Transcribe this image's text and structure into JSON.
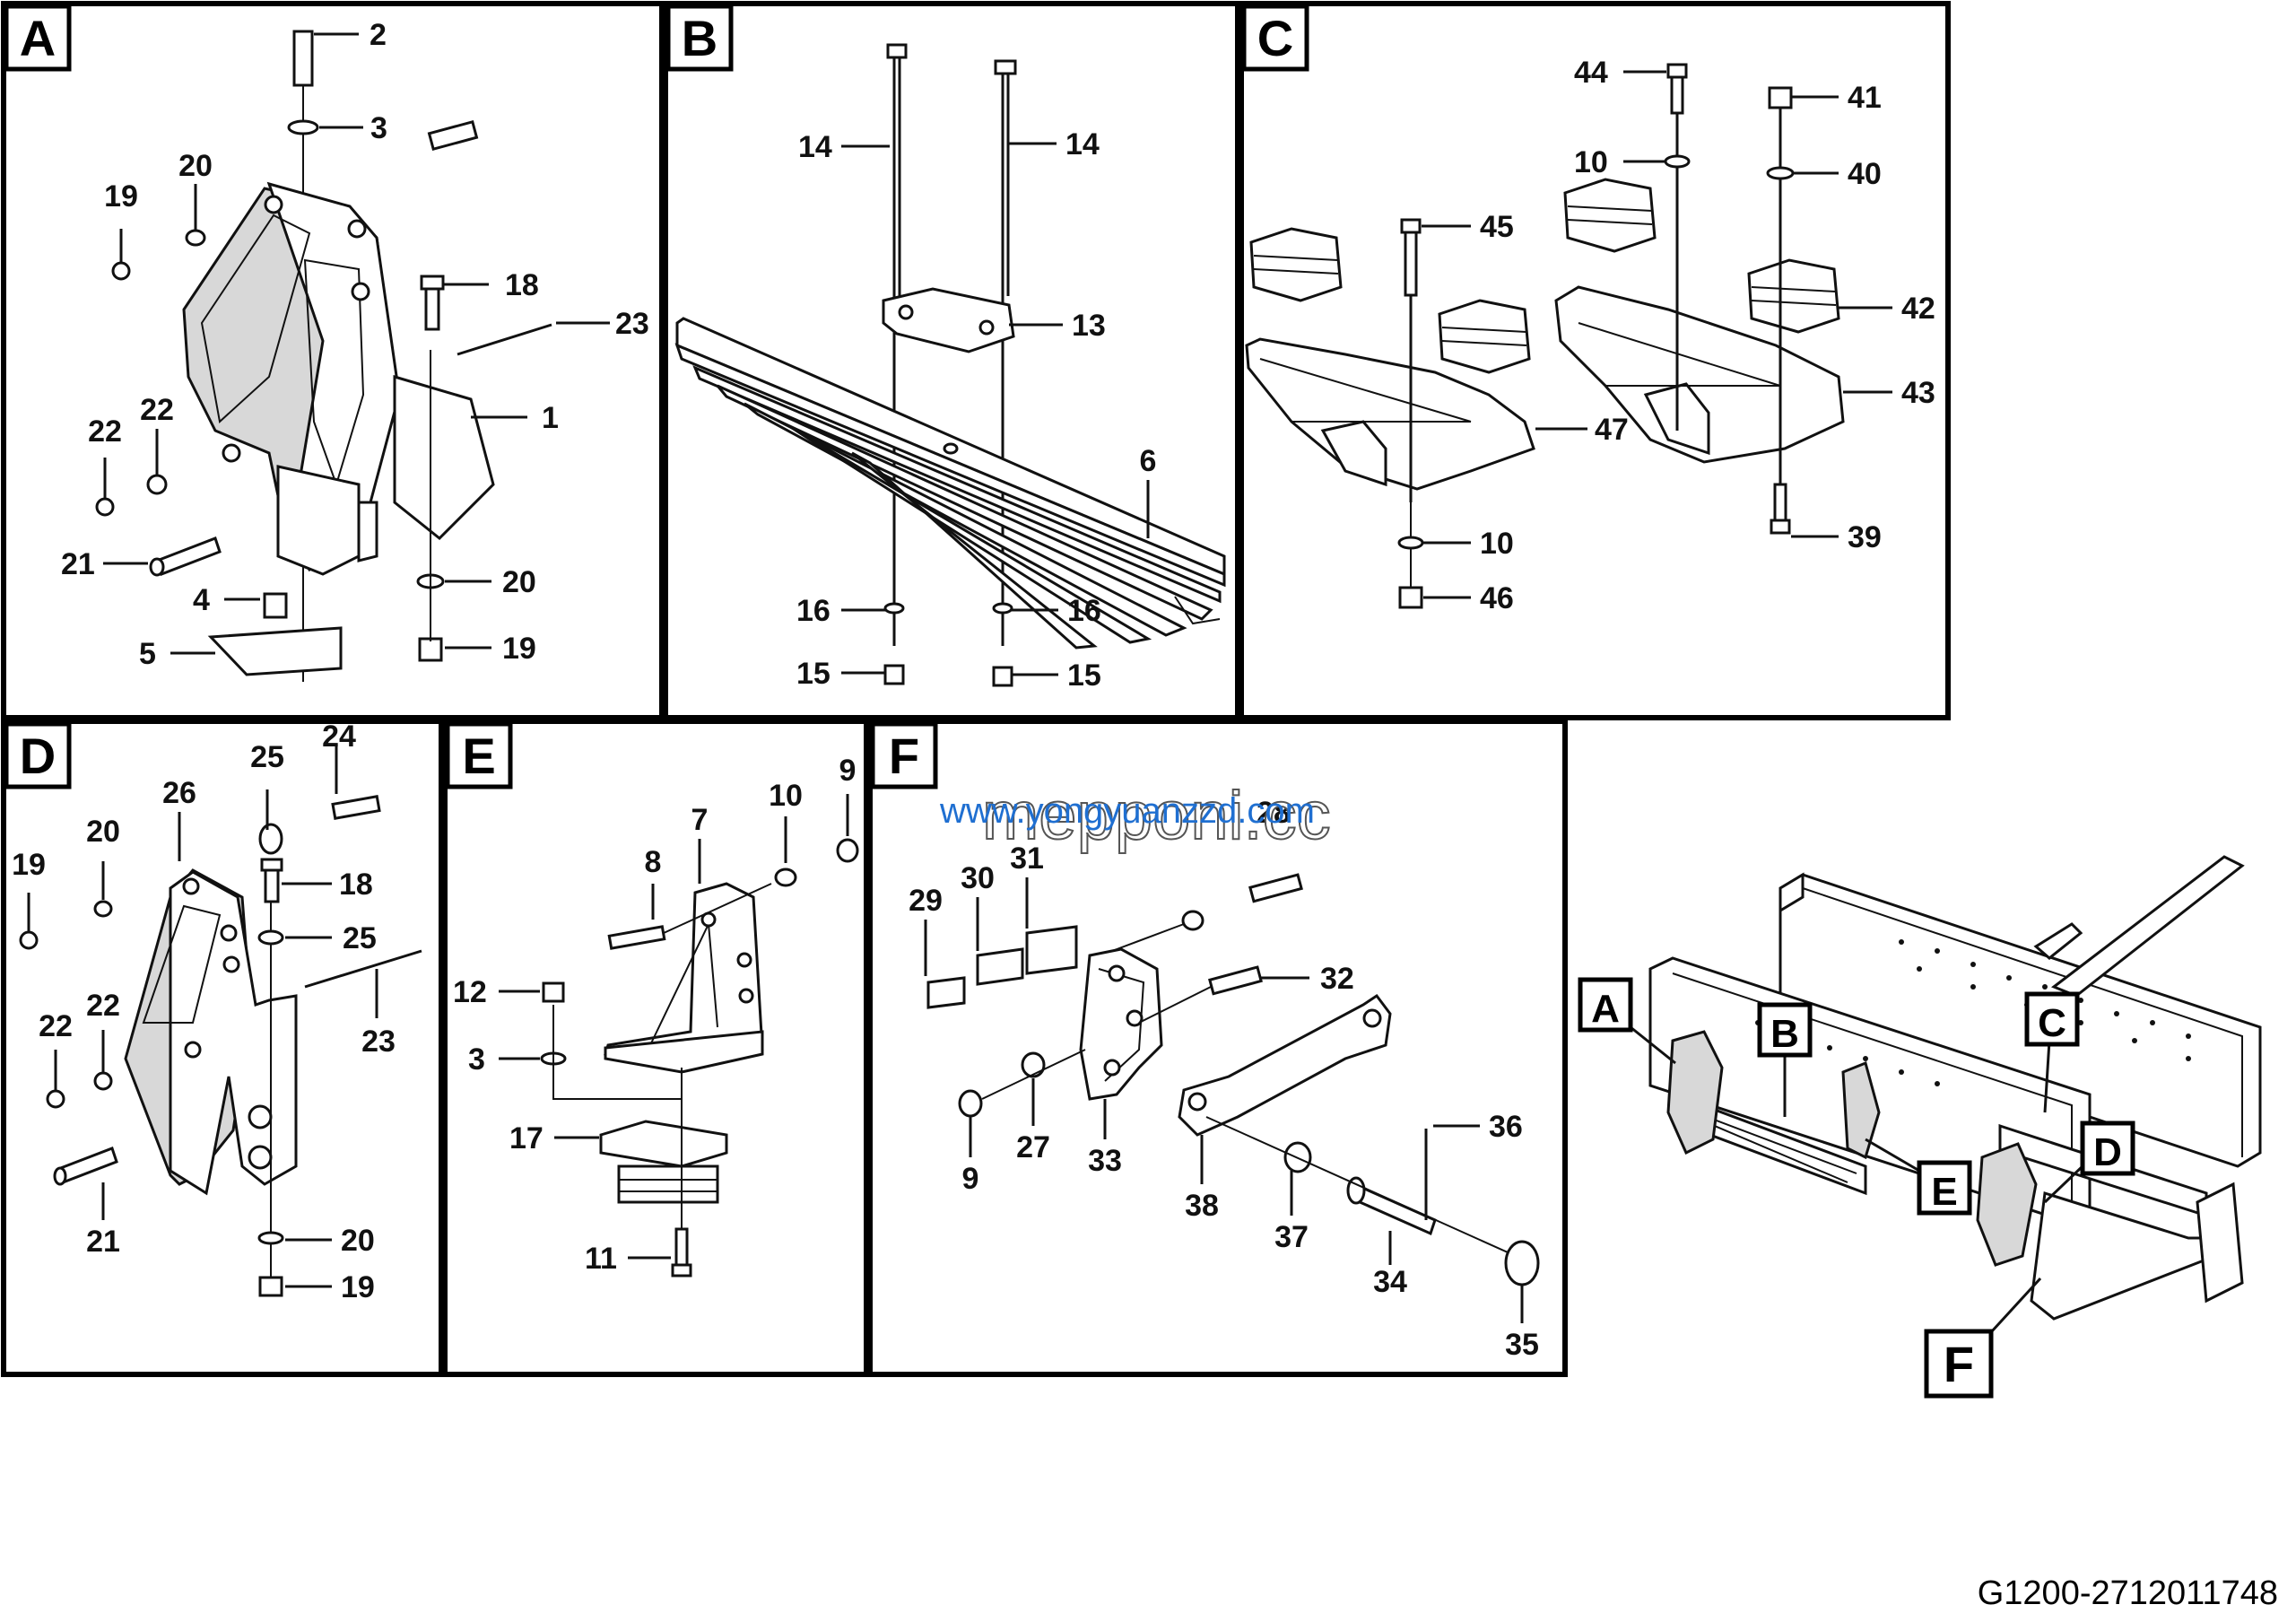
{
  "panels": {
    "A": {
      "letter": "A",
      "labels": {
        "p2": "2",
        "p3": "3",
        "p20a": "20",
        "p19a": "19",
        "p18": "18",
        "p23": "23",
        "p1": "1",
        "p22a": "22",
        "p22b": "22",
        "p21": "21",
        "p4": "4",
        "p20b": "20",
        "p5": "5",
        "p19b": "19"
      }
    },
    "B": {
      "letter": "B",
      "labels": {
        "p14a": "14",
        "p14b": "14",
        "p13": "13",
        "p6": "6",
        "p16a": "16",
        "p16b": "16",
        "p15a": "15",
        "p15b": "15"
      }
    },
    "C": {
      "letter": "C",
      "labels": {
        "p44": "44",
        "p41": "41",
        "p10a": "10",
        "p40": "40",
        "p45": "45",
        "p42": "42",
        "p43": "43",
        "p47": "47",
        "p10b": "10",
        "p39": "39",
        "p46": "46"
      }
    },
    "D": {
      "letter": "D",
      "labels": {
        "p25a": "25",
        "p24": "24",
        "p26": "26",
        "p19a": "19",
        "p20a": "20",
        "p18": "18",
        "p25b": "25",
        "p23": "23",
        "p22a": "22",
        "p22b": "22",
        "p21": "21",
        "p20b": "20",
        "p19b": "19"
      }
    },
    "E": {
      "letter": "E",
      "labels": {
        "p7": "7",
        "p10": "10",
        "p9": "9",
        "p8": "8",
        "p12": "12",
        "p3": "3",
        "p17": "17",
        "p11": "11"
      }
    },
    "F": {
      "letter": "F",
      "labels": {
        "p28": "28",
        "p29": "29",
        "p30": "30",
        "p31": "31",
        "p32": "32",
        "p9": "9",
        "p27": "27",
        "p33": "33",
        "p38": "38",
        "p37": "37",
        "p34": "34",
        "p36": "36",
        "p35": "35"
      }
    }
  },
  "overview": {
    "callouts": {
      "A": "A",
      "B": "B",
      "C": "C",
      "D": "D",
      "E": "E",
      "F": "F"
    }
  },
  "watermark": {
    "line1": "www.yongyuanzzd.com",
    "line2": "mepponi.cc"
  },
  "drawing_code": "G1200-2712011748"
}
